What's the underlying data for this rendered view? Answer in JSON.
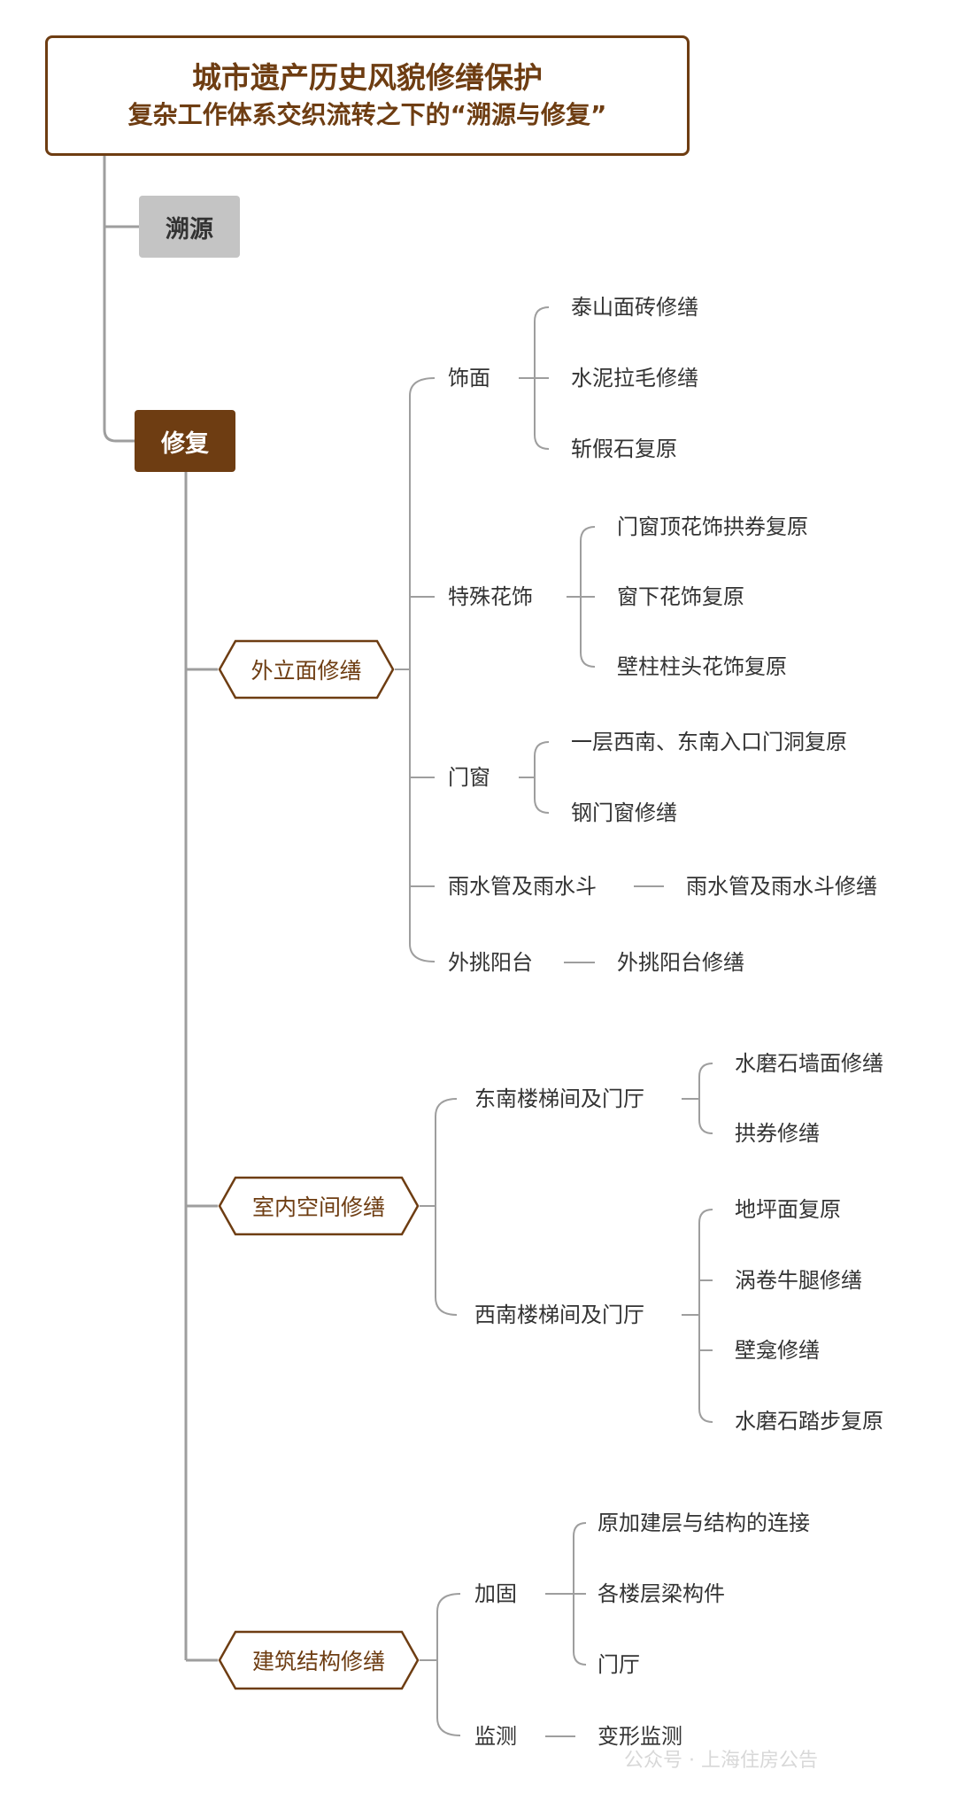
{
  "title": {
    "line1": "城市遗产历史风貌修缮保护",
    "line2": "复杂工作体系交织流转之下的“溯源与修复”"
  },
  "sections": {
    "trace": "溯源",
    "repair": "修复"
  },
  "categories": {
    "facade": {
      "label": "外立面修缮",
      "groups": [
        {
          "label": "饰面",
          "items": [
            "泰山面砖修缮",
            "水泥拉毛修缮",
            "斩假石复原"
          ]
        },
        {
          "label": "特殊花饰",
          "items": [
            "门窗顶花饰拱券复原",
            "窗下花饰复原",
            "壁柱柱头花饰复原"
          ]
        },
        {
          "label": "门窗",
          "items": [
            "一层西南、东南入口门洞复原",
            "钢门窗修缮"
          ]
        },
        {
          "label": "雨水管及雨水斗",
          "items": [
            "雨水管及雨水斗修缮"
          ]
        },
        {
          "label": "外挑阳台",
          "items": [
            "外挑阳台修缮"
          ]
        }
      ]
    },
    "interior": {
      "label": "室内空间修缮",
      "groups": [
        {
          "label": "东南楼梯间及门厅",
          "items": [
            "水磨石墙面修缮",
            "拱券修缮"
          ]
        },
        {
          "label": "西南楼梯间及门厅",
          "items": [
            "地坪面复原",
            "涡卷牛腿修缮",
            "壁龛修缮",
            "水磨石踏步复原"
          ]
        }
      ]
    },
    "structure": {
      "label": "建筑结构修缮",
      "groups": [
        {
          "label": "加固",
          "items": [
            "原加建层与结构的连接",
            "各楼层梁构件",
            "门厅"
          ]
        },
        {
          "label": "监测",
          "items": [
            "变形监测"
          ]
        }
      ]
    }
  },
  "watermark": "公众号 · 上海住房公告",
  "colors": {
    "brown": "#6e3d12",
    "gray_box": "#c4c4c4",
    "line": "#9e9e9e",
    "text": "#333333"
  }
}
